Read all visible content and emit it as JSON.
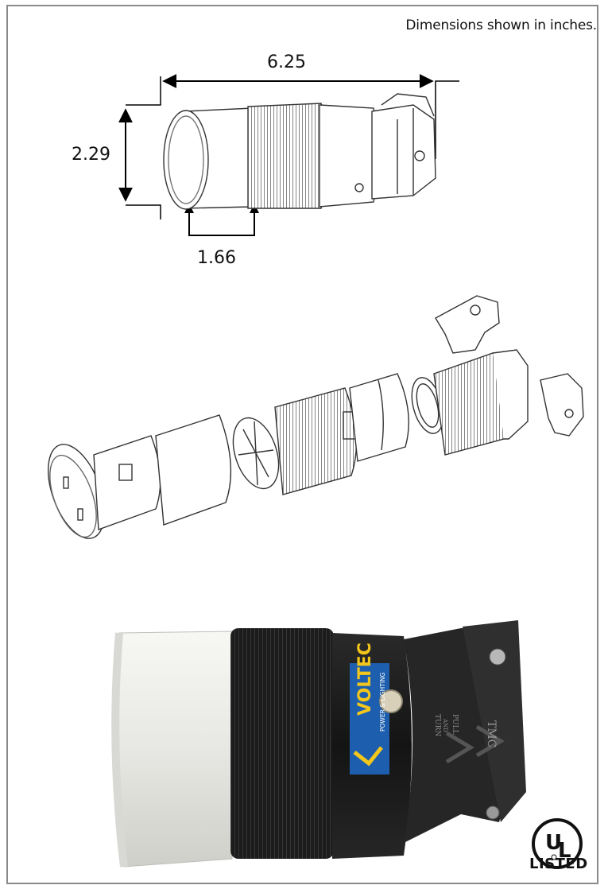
{
  "header": {
    "note": "Dimensions  shown in inches."
  },
  "dimensions": {
    "length": "6.25",
    "diameter": "2.29",
    "face": "1.66"
  },
  "photo": {
    "brand": "VOLTEC",
    "brand_sub": "POWER & LIGHTING",
    "instruction": [
      "TURN",
      "AND",
      "PULL"
    ],
    "mark": "TMC"
  },
  "certification": {
    "logo_letters": "UL",
    "label": "LISTED"
  },
  "colors": {
    "brand_blue": "#1d5fae",
    "brand_yellow": "#f3c61c",
    "body_black": "#1c1c1c",
    "sleeve_white": "#efefec"
  }
}
